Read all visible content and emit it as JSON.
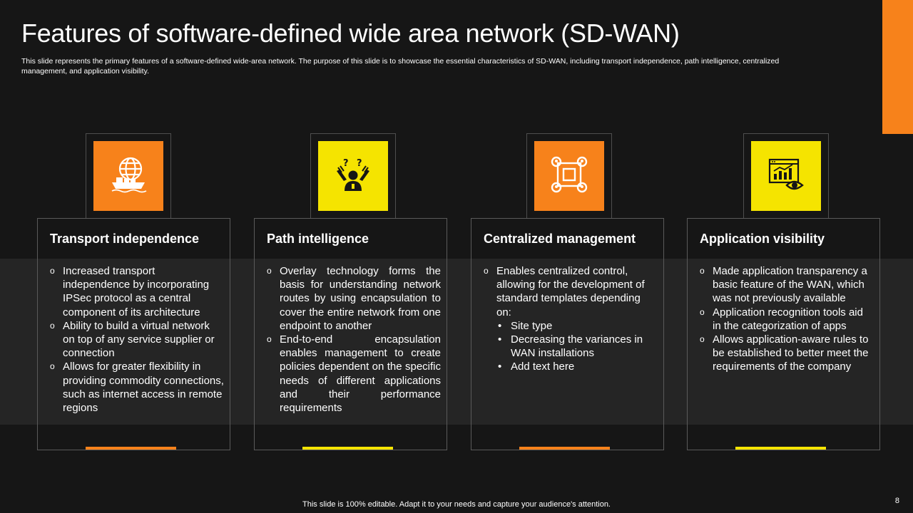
{
  "slide": {
    "title": "Features of software-defined wide area network (SD-WAN)",
    "subtitle": "This slide represents the primary features of a software-defined wide-area network. The purpose of this slide is to showcase the essential characteristics of SD-WAN, including transport independence, path intelligence, centralized management, and application visibility.",
    "footer": "This slide is 100% editable. Adapt it to your needs and capture your audience's attention.",
    "page_number": "8"
  },
  "colors": {
    "background": "#161616",
    "orange": "#f7821b",
    "yellow": "#f5e400",
    "band": "#252525"
  },
  "cards": [
    {
      "title": "Transport independence",
      "icon": "globe-ship-icon",
      "accent": "orange",
      "items": [
        {
          "text": "Increased transport independence by incorporating IPSec protocol as a central component of its architecture"
        },
        {
          "text": "Ability to build a virtual network on top of any service supplier or connection"
        },
        {
          "text": "Allows for greater flexibility in providing commodity connections, such as internet access in remote regions"
        }
      ]
    },
    {
      "title": "Path intelligence",
      "icon": "person-question-icon",
      "accent": "yellow",
      "items": [
        {
          "text": "Overlay technology forms the basis for understanding network routes by using encapsulation to cover the entire network from one endpoint to another"
        },
        {
          "text": "End-to-end encapsulation enables management to create policies dependent on the specific needs of different applications and their performance requirements"
        }
      ]
    },
    {
      "title": "Centralized management",
      "icon": "network-nodes-icon",
      "accent": "orange",
      "items": [
        {
          "text": "Enables centralized control, allowing for the development of standard templates depending on:"
        }
      ],
      "subitems": [
        {
          "text": "Site type"
        },
        {
          "text": "Decreasing the variances in WAN installations"
        },
        {
          "text": "Add text here"
        }
      ]
    },
    {
      "title": "Application visibility",
      "icon": "dashboard-eye-icon",
      "accent": "yellow",
      "items": [
        {
          "text": "Made application transparency a basic feature of the WAN, which was not previously available"
        },
        {
          "text": "Application recognition tools aid in the categorization of apps"
        },
        {
          "text": "Allows application-aware rules to be established to better meet the requirements of the company"
        }
      ]
    }
  ]
}
